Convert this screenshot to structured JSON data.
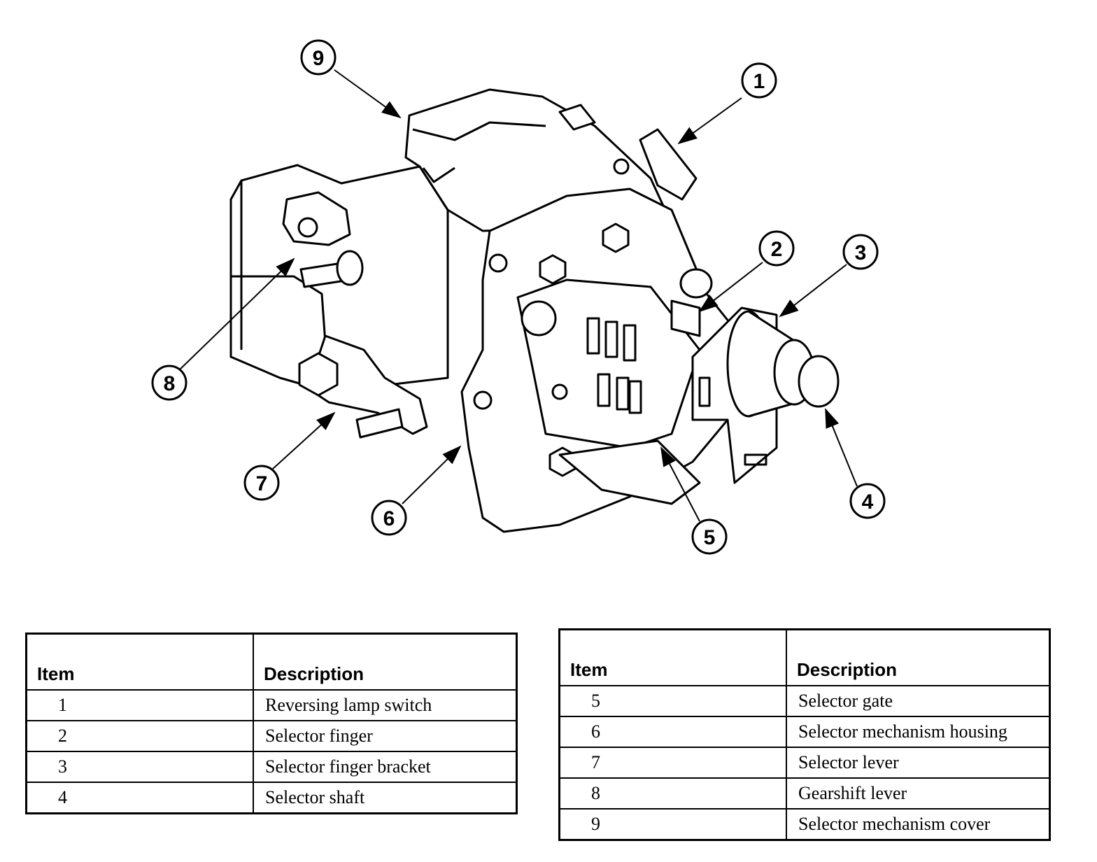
{
  "callouts": [
    "1",
    "2",
    "3",
    "4",
    "5",
    "6",
    "7",
    "8",
    "9"
  ],
  "tables": [
    {
      "header": {
        "item": "Item",
        "description": "Description"
      },
      "rows": [
        {
          "item": "1",
          "description": "Reversing lamp switch"
        },
        {
          "item": "2",
          "description": "Selector finger"
        },
        {
          "item": "3",
          "description": "Selector finger bracket"
        },
        {
          "item": "4",
          "description": "Selector shaft"
        }
      ]
    },
    {
      "header": {
        "item": "Item",
        "description": "Description"
      },
      "rows": [
        {
          "item": "5",
          "description": "Selector gate"
        },
        {
          "item": "6",
          "description": "Selector mechanism housing"
        },
        {
          "item": "7",
          "description": "Selector lever"
        },
        {
          "item": "8",
          "description": "Gearshift lever"
        },
        {
          "item": "9",
          "description": "Selector mechanism cover"
        }
      ]
    }
  ]
}
